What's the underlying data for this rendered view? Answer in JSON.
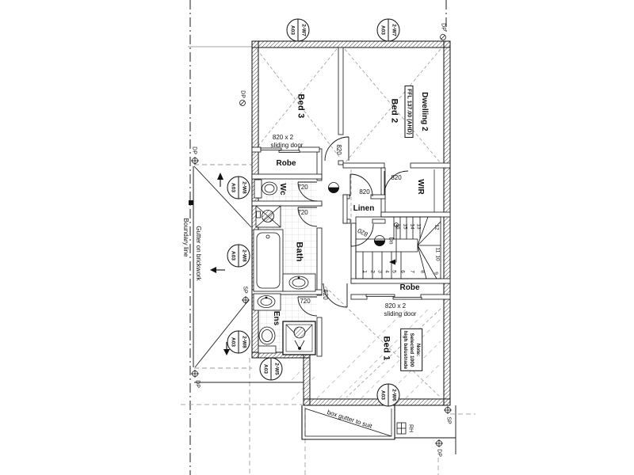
{
  "plan": {
    "dwelling_label": "Dwelling 2",
    "ffl_label": "FFL 137.00 (AHD)",
    "rooms": {
      "bed3": "Bed 3",
      "bed2": "Bed 2",
      "bed1": "Bed 1",
      "robe_bed3": "Robe",
      "robe_bed1": "Robe",
      "wc": "Wc",
      "bath": "Bath",
      "ens": "Ens",
      "linen": "Linen",
      "wir": "WIR"
    },
    "doors": {
      "sliding_size": "820 x 2",
      "sliding_type": "sliding door",
      "d820": "820",
      "d720": "720"
    },
    "stairs": {
      "dn": "Dn",
      "numbers": [
        "1",
        "2",
        "3",
        "4",
        "5",
        "6",
        "7",
        "8",
        "9",
        "10",
        "11",
        "12",
        "13",
        "14",
        "15",
        "16"
      ]
    },
    "notes": {
      "balustrade_line1": "Note:",
      "balustrade_line2": "Selected 1000",
      "balustrade_line3": "high balustrade",
      "box_gutter": "box gutter to suit",
      "gutter": "Gutter on brickwork",
      "boundary": "Boundary line"
    },
    "symbols": {
      "dp": "DP",
      "sp": "SP",
      "rh": "RH"
    },
    "window_tags": {
      "w7": "2-W7",
      "w8": "2-W8",
      "w6": "2-W6",
      "w5": "2-W5",
      "sheet": "A03"
    },
    "colors": {
      "line": "#1a1a1a",
      "grid": "#9a9a9a",
      "tile": "#cccccc"
    }
  }
}
